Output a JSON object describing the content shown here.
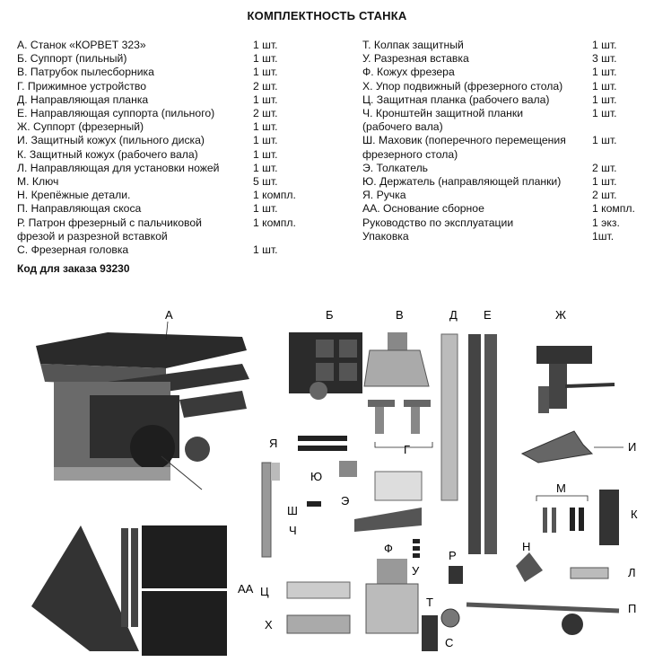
{
  "title": "КОМПЛЕКТНОСТЬ СТАНКА",
  "left_items": [
    {
      "name": "А. Станок «КОРВЕТ 323»",
      "qty": "1 шт."
    },
    {
      "name": "Б. Суппорт (пильный)",
      "qty": "1 шт."
    },
    {
      "name": "В. Патрубок пылесборника",
      "qty": "1 шт."
    },
    {
      "name": "Г. Прижимное устройство",
      "qty": "2 шт."
    },
    {
      "name": "Д. Направляющая планка",
      "qty": "1 шт."
    },
    {
      "name": "Е. Направляющая суппорта (пильного)",
      "qty": "2 шт."
    },
    {
      "name": "Ж. Суппорт (фрезерный)",
      "qty": "1 шт."
    },
    {
      "name": "И. Защитный кожух (пильного диска)",
      "qty": "1 шт."
    },
    {
      "name": "К. Защитный кожух (рабочего вала)",
      "qty": "1 шт."
    },
    {
      "name": "Л. Направляющая для установки ножей",
      "qty": "1 шт."
    },
    {
      "name": "М. Ключ",
      "qty": "5 шт."
    },
    {
      "name": "Н. Крепёжные детали.",
      "qty": "1 компл."
    },
    {
      "name": "П. Направляющая скоса",
      "qty": "1 шт."
    },
    {
      "name": "Р. Патрон фрезерный с пальчиковой",
      "qty": "1 компл."
    },
    {
      "name": "фрезой и разрезной вставкой",
      "qty": ""
    },
    {
      "name": "С. Фрезерная головка",
      "qty": "1 шт."
    }
  ],
  "right_items": [
    {
      "name": "Т. Колпак защитный",
      "qty": "1 шт."
    },
    {
      "name": "У. Разрезная вставка",
      "qty": "3 шт."
    },
    {
      "name": "Ф. Кожух фрезера",
      "qty": "1 шт."
    },
    {
      "name": "Х. Упор подвижный (фрезерного стола)",
      "qty": "1 шт."
    },
    {
      "name": "Ц. Защитная планка (рабочего вала)",
      "qty": "1 шт."
    },
    {
      "name": "Ч. Кронштейн защитной планки",
      "qty": "1 шт."
    },
    {
      "name": "(рабочего вала)",
      "qty": ""
    },
    {
      "name": "Ш. Маховик (поперечного перемещения",
      "qty": "1 шт."
    },
    {
      "name": "фрезерного стола)",
      "qty": ""
    },
    {
      "name": "Э. Толкатель",
      "qty": "2 шт."
    },
    {
      "name": "Ю. Держатель (направляющей планки)",
      "qty": "1 шт."
    },
    {
      "name": "Я. Ручка",
      "qty": "2 шт."
    },
    {
      "name": "АА. Основание сборное",
      "qty": "1 компл."
    },
    {
      "name": "Руководство по эксплуатации",
      "qty": "1 экз."
    },
    {
      "name": "Упаковка",
      "qty": "1шт."
    }
  ],
  "order_code": "Код для заказа 93230",
  "figure_labels": {
    "a": "А",
    "b": "Б",
    "v": "В",
    "d": "Д",
    "e": "Е",
    "zh": "Ж",
    "ya": "Я",
    "g": "Г",
    "i": "И",
    "yu": "Ю",
    "m": "М",
    "k": "К",
    "e2": "Э",
    "sh": "Ш",
    "ch": "Ч",
    "f": "Ф",
    "r": "Р",
    "n": "Н",
    "u": "У",
    "l": "Л",
    "aa": "АА",
    "ts": "Ц",
    "t": "Т",
    "p": "П",
    "kh": "Х",
    "s": "С"
  }
}
